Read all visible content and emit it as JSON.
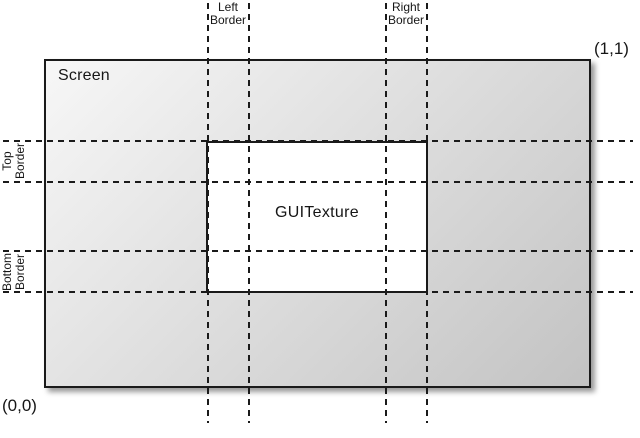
{
  "labels": {
    "screen": "Screen",
    "guitexture": "GUITexture",
    "left_border": "Left\nBorder",
    "right_border": "Right\nBorder",
    "top_border": "Top\nBorder",
    "bottom_border": "Bottom\nBorder",
    "coord_origin": "(0,0)",
    "coord_max": "(1,1)"
  },
  "colors": {
    "line": "#1a1a1a",
    "screen_gradient_start": "#f7f7f7",
    "screen_gradient_end": "#c3c3c3",
    "guitexture_fill": "#ffffff",
    "background": "#ffffff"
  }
}
